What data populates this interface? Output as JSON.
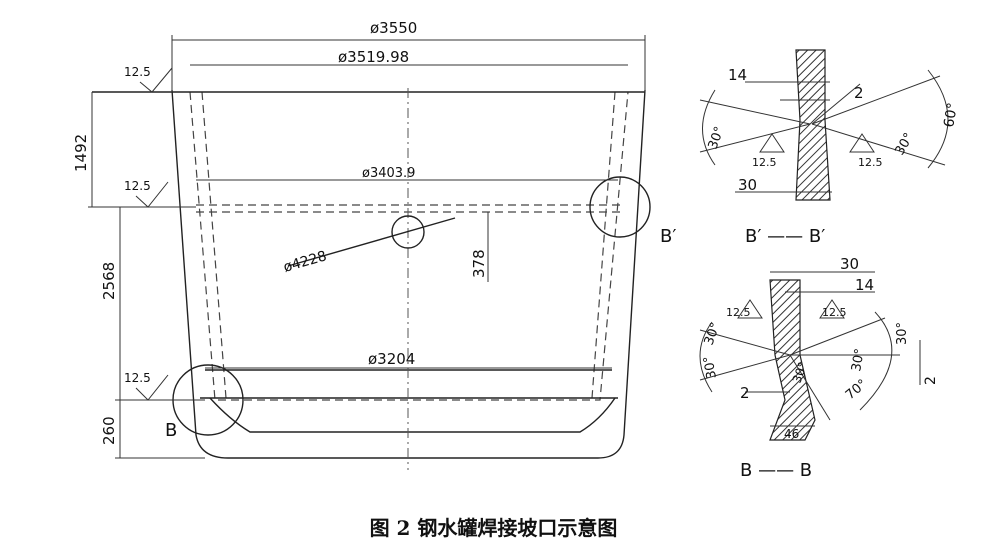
{
  "main_view": {
    "dims": {
      "d3550": "ø3550",
      "d351998": "ø3519.98",
      "d34039": "ø3403.9",
      "d3204": "ø3204",
      "d4228": "ø4228",
      "h1492": "1492",
      "h2568": "2568",
      "h260": "260",
      "h378": "378"
    },
    "roughness": [
      "12.5",
      "12.5",
      "12.5"
    ],
    "label_b": "B",
    "label_b_prime": "B′"
  },
  "section_bp": {
    "title": "B′ —— B′",
    "dims": {
      "d14": "14",
      "d2": "2",
      "d30": "30",
      "a30a": "30°",
      "a30b": "30°",
      "a60": "60°"
    },
    "roughness": [
      "12.5",
      "12.5"
    ]
  },
  "section_b": {
    "title": "B —— B",
    "dims": {
      "d30": "30",
      "d14": "14",
      "d2": "2",
      "d46": "46",
      "d2r": "2",
      "a30a": "30°",
      "a30b": "30°",
      "a30c": "30°",
      "a30d": "30°",
      "a30e": "30°",
      "a70": "70°"
    },
    "roughness": [
      "12.5",
      "12.5"
    ]
  },
  "caption": "图 2    钢水罐焊接坡口示意图"
}
